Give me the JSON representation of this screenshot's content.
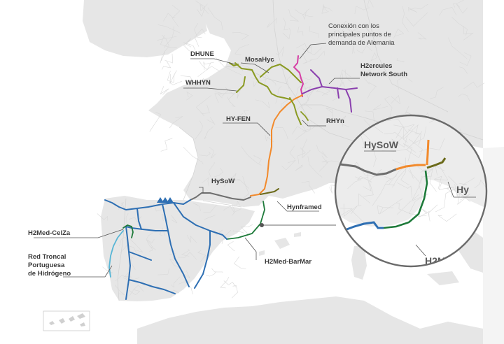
{
  "colors": {
    "sea": "#ffffff",
    "land": "#e6e6e6",
    "border": "#d2d2d2",
    "label_text": "#3a3a3a",
    "leader": "#555555",
    "magenta": "#d63fa5",
    "purple": "#8a3fae",
    "orange": "#f28a2c",
    "olive": "#8a9a22",
    "gray_corridor": "#6e6e6e",
    "blue": "#2e6fb3",
    "light_blue": "#58b6d6",
    "green": "#1e7a3a",
    "dark_olive": "#6b6a1a"
  },
  "labels": {
    "conexion_line1": "Conexión con los",
    "conexion_line2": "principales puntos de",
    "conexion_line3": "demanda de Alemania",
    "dhune": "DHUNE",
    "mosahyc": "MosaHyc",
    "h2ercules_line1": "H2ercules",
    "h2ercules_line2": "Network South",
    "whhyn": "WHHYN",
    "hy_fen": "HY-FEN",
    "rhyn": "RHYn",
    "hysow": "HySoW",
    "hynframed": "Hynframed",
    "h2med_celza": "H2Med-CelZa",
    "red_troncal_line1": "Red Troncal",
    "red_troncal_line2": "Portuguesa",
    "red_troncal_line3": "de Hidrógeno",
    "h2med_barmar": "H2Med-BarMar",
    "zoom_hysow": "HySoW",
    "zoom_hy": "Hy",
    "zoom_h2m": "H2M"
  },
  "icons": {
    "compressor_markers": "triangle-icon",
    "connection_point": "circle-node-icon",
    "canary_islands": "inset-map"
  }
}
